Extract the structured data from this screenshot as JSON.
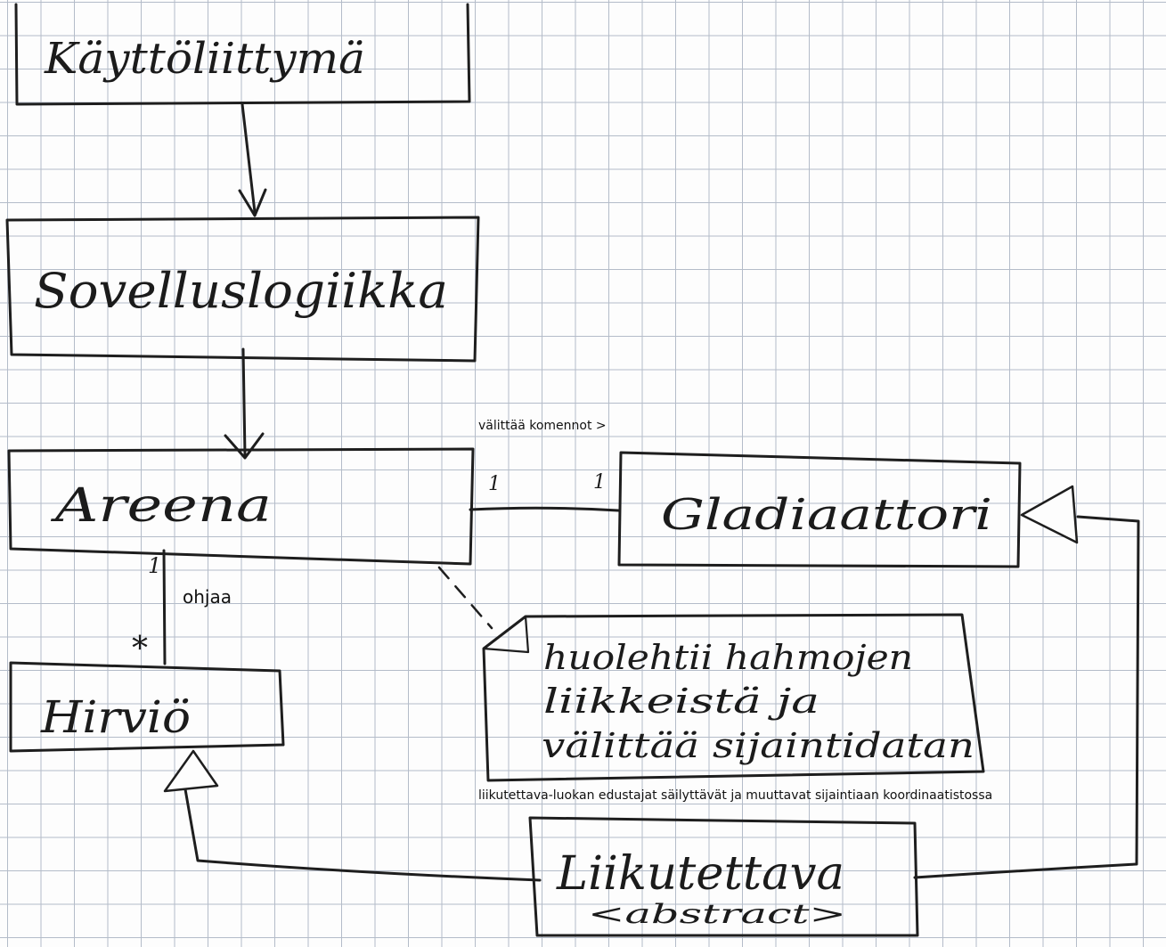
{
  "classes": {
    "kayttoliittyma": "Käyttöliittymä",
    "sovelluslogiikka": "Sovelluslogiikka",
    "areena": "Areena",
    "gladiaattori": "Gladiaattori",
    "hirvio": "Hirviö",
    "liikutettava": "Liikutettava",
    "liikutettava_stereotype": "<abstract>"
  },
  "associations": {
    "areena_gladiaattori": {
      "label": "välittää komennot >",
      "end_areena": "1",
      "end_gladiaattori": "1"
    },
    "areena_hirvio": {
      "label": "ohjaa",
      "end_areena": "1",
      "end_hirvio": "*"
    }
  },
  "note": {
    "lines": [
      "huolehtii hahmojen",
      "liikkeistä   ja",
      "välittää sijaintidatan"
    ]
  },
  "annotation": "liikutettava-luokan edustajat säilyttävät ja muuttavat sijaintiaan koordinaatistossa",
  "colors": {
    "ink": "#1e1e1e",
    "grid": "#b4bcc9",
    "paper": "#fdfdfd"
  }
}
